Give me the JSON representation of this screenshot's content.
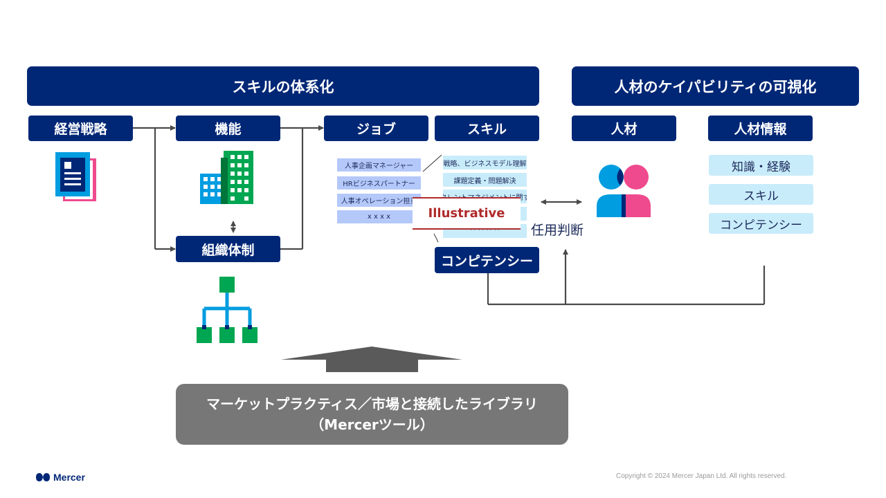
{
  "headers": {
    "skill_system": "スキルの体系化",
    "capability_visualization": "人材のケイパビリティの可視化"
  },
  "tags": {
    "strategy": "経営戦略",
    "function": "機能",
    "job": "ジョブ",
    "skill": "スキル",
    "talent": "人材",
    "talent_info": "人材情報",
    "organization": "組織体制",
    "competency": "コンピテンシー"
  },
  "jobs": [
    "人事企画マネージャー",
    "HRビジネスパートナー",
    "人事オペレーション担当",
    "x x x x"
  ],
  "skills": [
    "戦略、ビジネスモデル理解",
    "課題定義・問題解決",
    "タレントマネジメントに関す",
    "",
    "^ ^ ^ ^"
  ],
  "illustrative": "Illustrative",
  "discretion": "任用判断",
  "talent_info_items": [
    "知識・経験",
    "スキル",
    "コンピテンシー"
  ],
  "market": {
    "line1": "マーケットプラクティス／市場と接続したライブラリ",
    "line2": "（Mercerツール）"
  },
  "footer": {
    "brand": "Mercer",
    "copyright": "Copyright © 2024 Mercer Japan Ltd. All rights reserved."
  },
  "icons": {
    "document": "document-icon",
    "buildings": "buildings-icon",
    "org_chart": "org-chart-icon",
    "people": "people-icon",
    "logo": "mercer-logo-icon"
  },
  "colors": {
    "navy": "#002776",
    "light_blue": "#c9ecfb",
    "job_blue": "#b4c8fa",
    "gray": "#777777",
    "green": "#00a651",
    "cyan": "#009de0",
    "pink": "#ef4a8e",
    "red": "#b02a2a"
  }
}
